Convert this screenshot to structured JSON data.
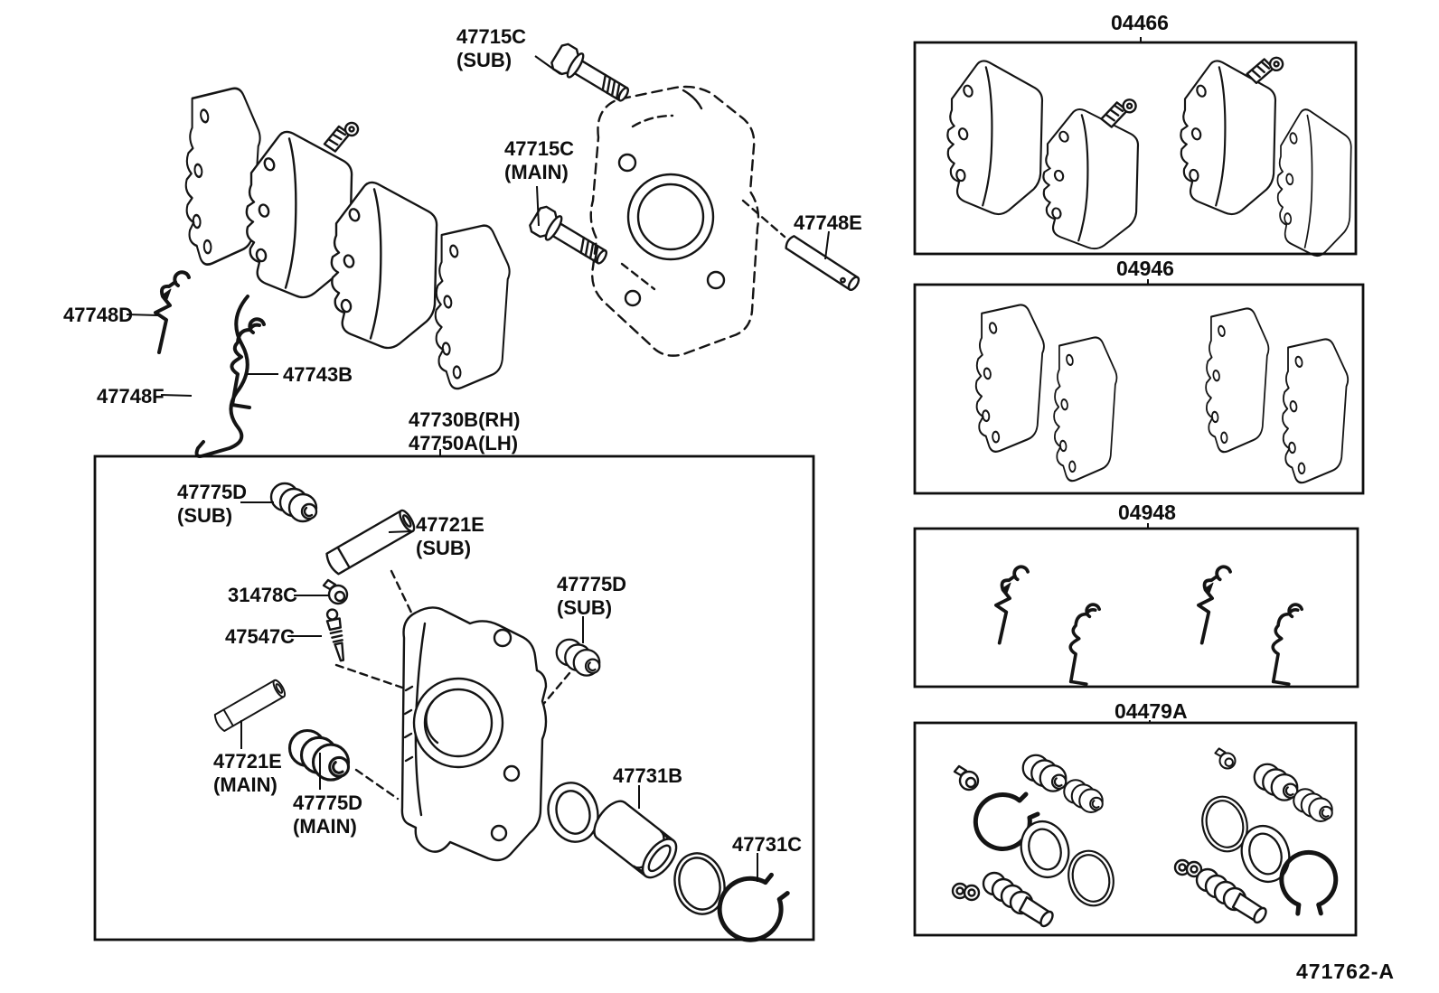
{
  "diagram": {
    "drawing_number": "471762-A",
    "assembly_label": {
      "line1": "47730B(RH)",
      "line2": "47750A(LH)"
    },
    "part_labels": [
      {
        "id": "47715C-sub",
        "code": "47715C",
        "variant": "(SUB)"
      },
      {
        "id": "47715C-main",
        "code": "47715C",
        "variant": "(MAIN)"
      },
      {
        "id": "47748E",
        "code": "47748E",
        "variant": ""
      },
      {
        "id": "47748D",
        "code": "47748D",
        "variant": ""
      },
      {
        "id": "47748F",
        "code": "47748F",
        "variant": ""
      },
      {
        "id": "47743B",
        "code": "47743B",
        "variant": ""
      },
      {
        "id": "47775D-sub-1",
        "code": "47775D",
        "variant": "(SUB)"
      },
      {
        "id": "47721E-sub",
        "code": "47721E",
        "variant": "(SUB)"
      },
      {
        "id": "31478C",
        "code": "31478C",
        "variant": ""
      },
      {
        "id": "47547C",
        "code": "47547C",
        "variant": ""
      },
      {
        "id": "47721E-main",
        "code": "47721E",
        "variant": "(MAIN)"
      },
      {
        "id": "47775D-main",
        "code": "47775D",
        "variant": "(MAIN)"
      },
      {
        "id": "47775D-sub-2",
        "code": "47775D",
        "variant": "(SUB)"
      },
      {
        "id": "47731B",
        "code": "47731B",
        "variant": ""
      },
      {
        "id": "47731C",
        "code": "47731C",
        "variant": ""
      }
    ],
    "kits": [
      {
        "code": "04466"
      },
      {
        "code": "04946"
      },
      {
        "code": "04948"
      },
      {
        "code": "04479A"
      }
    ]
  }
}
